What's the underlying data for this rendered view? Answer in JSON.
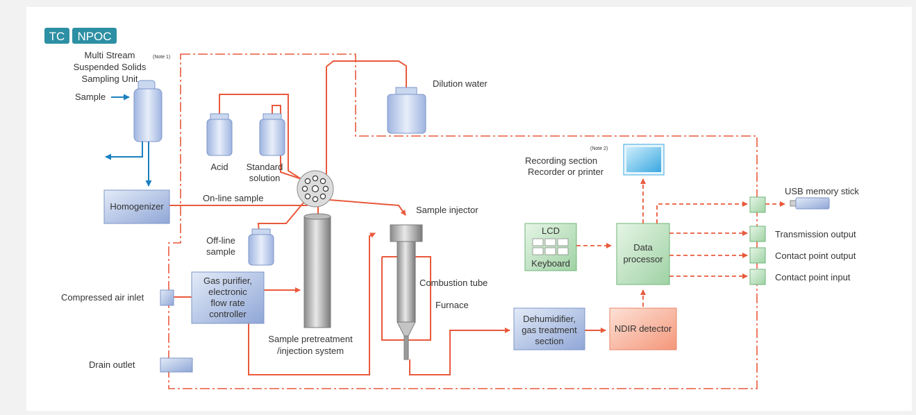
{
  "badges": [
    "TC",
    "NPOC"
  ],
  "labels": {
    "multistream_1": "Multi Stream",
    "multistream_2": "Suspended Solids",
    "multistream_3": "Sampling Unit",
    "note1": "(Note 1)",
    "sample": "Sample",
    "homogenizer": "Homogenizer",
    "acid": "Acid",
    "standard_1": "Standard",
    "standard_2": "solution",
    "dilution_water": "Dilution water",
    "online_sample": "On-line sample",
    "offline_1": "Off-line",
    "offline_2": "sample",
    "compressed_air_inlet": "Compressed air inlet",
    "gas_purifier_1": "Gas purifier,",
    "gas_purifier_2": "electronic",
    "gas_purifier_3": "flow rate",
    "gas_purifier_4": "controller",
    "drain_outlet": "Drain outlet",
    "pretreat_1": "Sample pretreatment",
    "pretreat_2": "/injection system",
    "sample_injector": "Sample injector",
    "combustion_tube": "Combustion tube",
    "furnace": "Furnace",
    "dehumid_1": "Dehumidifier,",
    "dehumid_2": "gas treatment",
    "dehumid_3": "section",
    "ndir": "NDIR detector",
    "lcd": "LCD",
    "keyboard": "Keyboard",
    "data_proc_1": "Data",
    "data_proc_2": "processor",
    "note2": "(Note 2)",
    "recording_1": "Recording section",
    "recording_2": "Recorder or printer",
    "usb": "USB memory stick",
    "transmission": "Transmission output",
    "contact_out": "Contact point output",
    "contact_in": "Contact point input"
  },
  "colors": {
    "badge": "#2d8fa3",
    "line": "#e9593b",
    "blue_arrow": "#1a7fc1",
    "panel": "#ffffff",
    "box_blue": "#b9c9e8",
    "box_green": "#bfe3c3",
    "box_orange": "#f8b59f",
    "dash_dot": "#e9593b"
  }
}
